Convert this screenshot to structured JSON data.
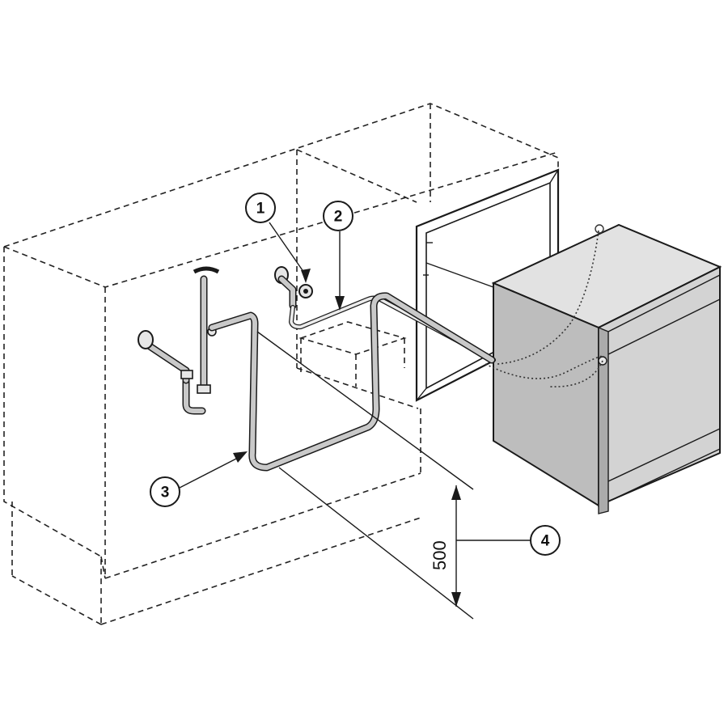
{
  "callouts": [
    {
      "id": "1",
      "label": "1"
    },
    {
      "id": "2",
      "label": "2"
    },
    {
      "id": "3",
      "label": "3"
    },
    {
      "id": "4",
      "label": "4"
    }
  ],
  "dimension": {
    "value": "500"
  }
}
